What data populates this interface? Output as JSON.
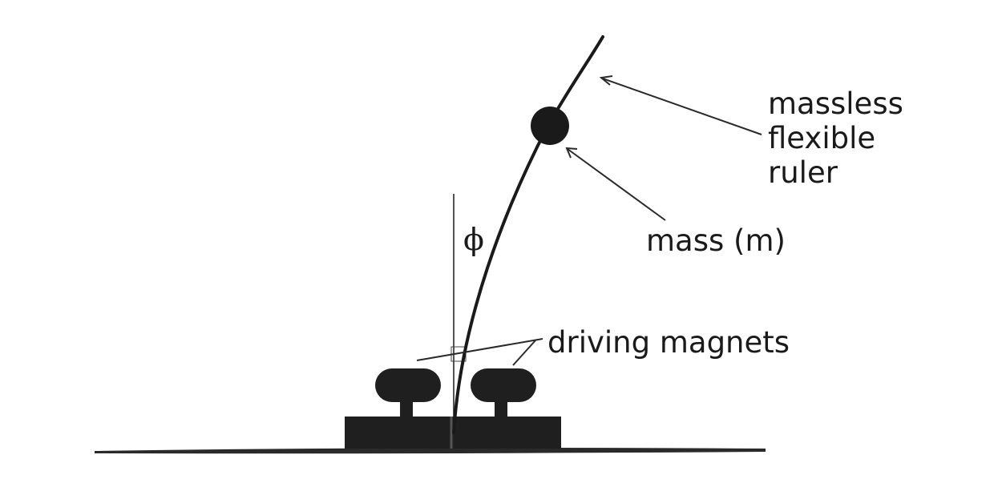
{
  "labels": {
    "ruler_line1": "massless",
    "ruler_line2": "flexible",
    "ruler_line3": "ruler",
    "mass": "mass (m)",
    "magnets": "driving magnets",
    "angle": "ϕ"
  },
  "colors": {
    "ink": "#1a1a1a",
    "background": "#ffffff"
  }
}
